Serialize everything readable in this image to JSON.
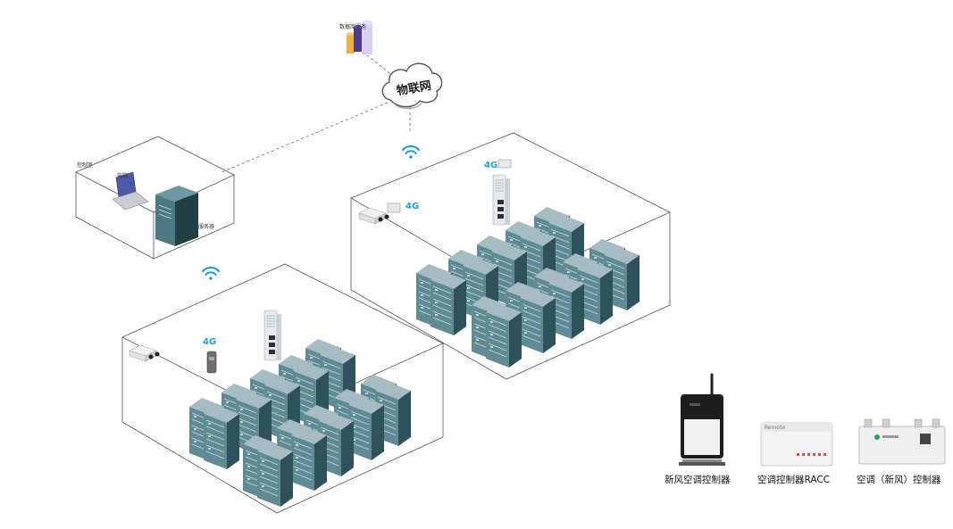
{
  "labels": {
    "cloud": "物联网",
    "database": "数据库服务",
    "control_room": "控制室",
    "laptop": "电脑",
    "server": "服务器",
    "net_4g": "4G"
  },
  "products": [
    {
      "label": "新风空调控制器"
    },
    {
      "label": "空调控制器RACC",
      "brand": "Remote"
    },
    {
      "label": "空调（新风）控制器"
    }
  ],
  "colors": {
    "rack_top": "#9fb6bd",
    "rack_left": "#3f6770",
    "rack_front": "#5d8a93",
    "wifi": "#1aa1e0",
    "cloud_stroke": "#555555",
    "room_stroke": "#555555"
  }
}
